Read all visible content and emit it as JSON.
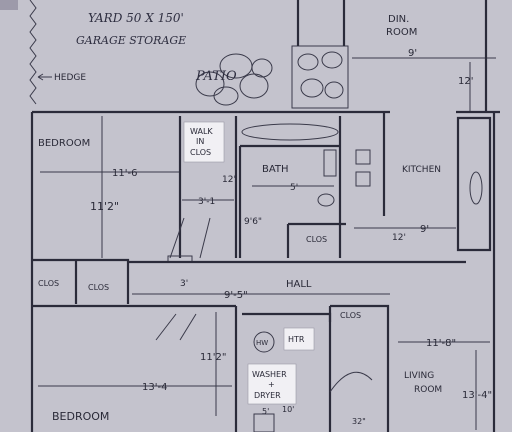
{
  "header": {
    "line1": "YARD 50 X 150'",
    "line2": "GARAGE STORAGE"
  },
  "labels": {
    "hedge": "HEDGE",
    "patio": "PATIO",
    "din_room_1": "DIN.",
    "din_room_2": "ROOM",
    "bedroom_top": "BEDROOM",
    "walk_in_1": "WALK",
    "walk_in_2": "IN",
    "walk_in_3": "CLOS",
    "bath": "BATH",
    "kitchen": "KITCHEN",
    "clos_left_1": "CLOS",
    "clos_left_2": "CLOS",
    "clos_bath": "CLOS",
    "hall": "HALL",
    "clos_hall": "CLOS",
    "hw": "HW",
    "htr": "HTR",
    "washer_1": "WASHER",
    "washer_2": "+",
    "washer_3": "DRYER",
    "living_1": "LIVING",
    "living_2": "ROOM",
    "bedroom_bottom": "BEDROOM"
  },
  "dimensions": {
    "din_width": "9'",
    "din_depth": "12'",
    "bed_width": "11'-6",
    "bed_depth": "11'2\"",
    "walkin_width": "3'-1",
    "walkin_depth": "12'",
    "bath_width": "5'",
    "bath_depth": "9'6\"",
    "kitchen_width": "9'",
    "kitchen_depth": "12'",
    "hall_length": "9'-5\"",
    "hall_width": "3'",
    "bed2_depth": "11'2\"",
    "bed2_width": "13'-4",
    "living_width": "11'-8\"",
    "living_depth": "13'-4\"",
    "washer_width": "5'",
    "washer_depth": "10'",
    "bottom_right": "32\""
  },
  "colors": {
    "paper": "#c9c7d0",
    "ink": "#2b2b3a"
  }
}
